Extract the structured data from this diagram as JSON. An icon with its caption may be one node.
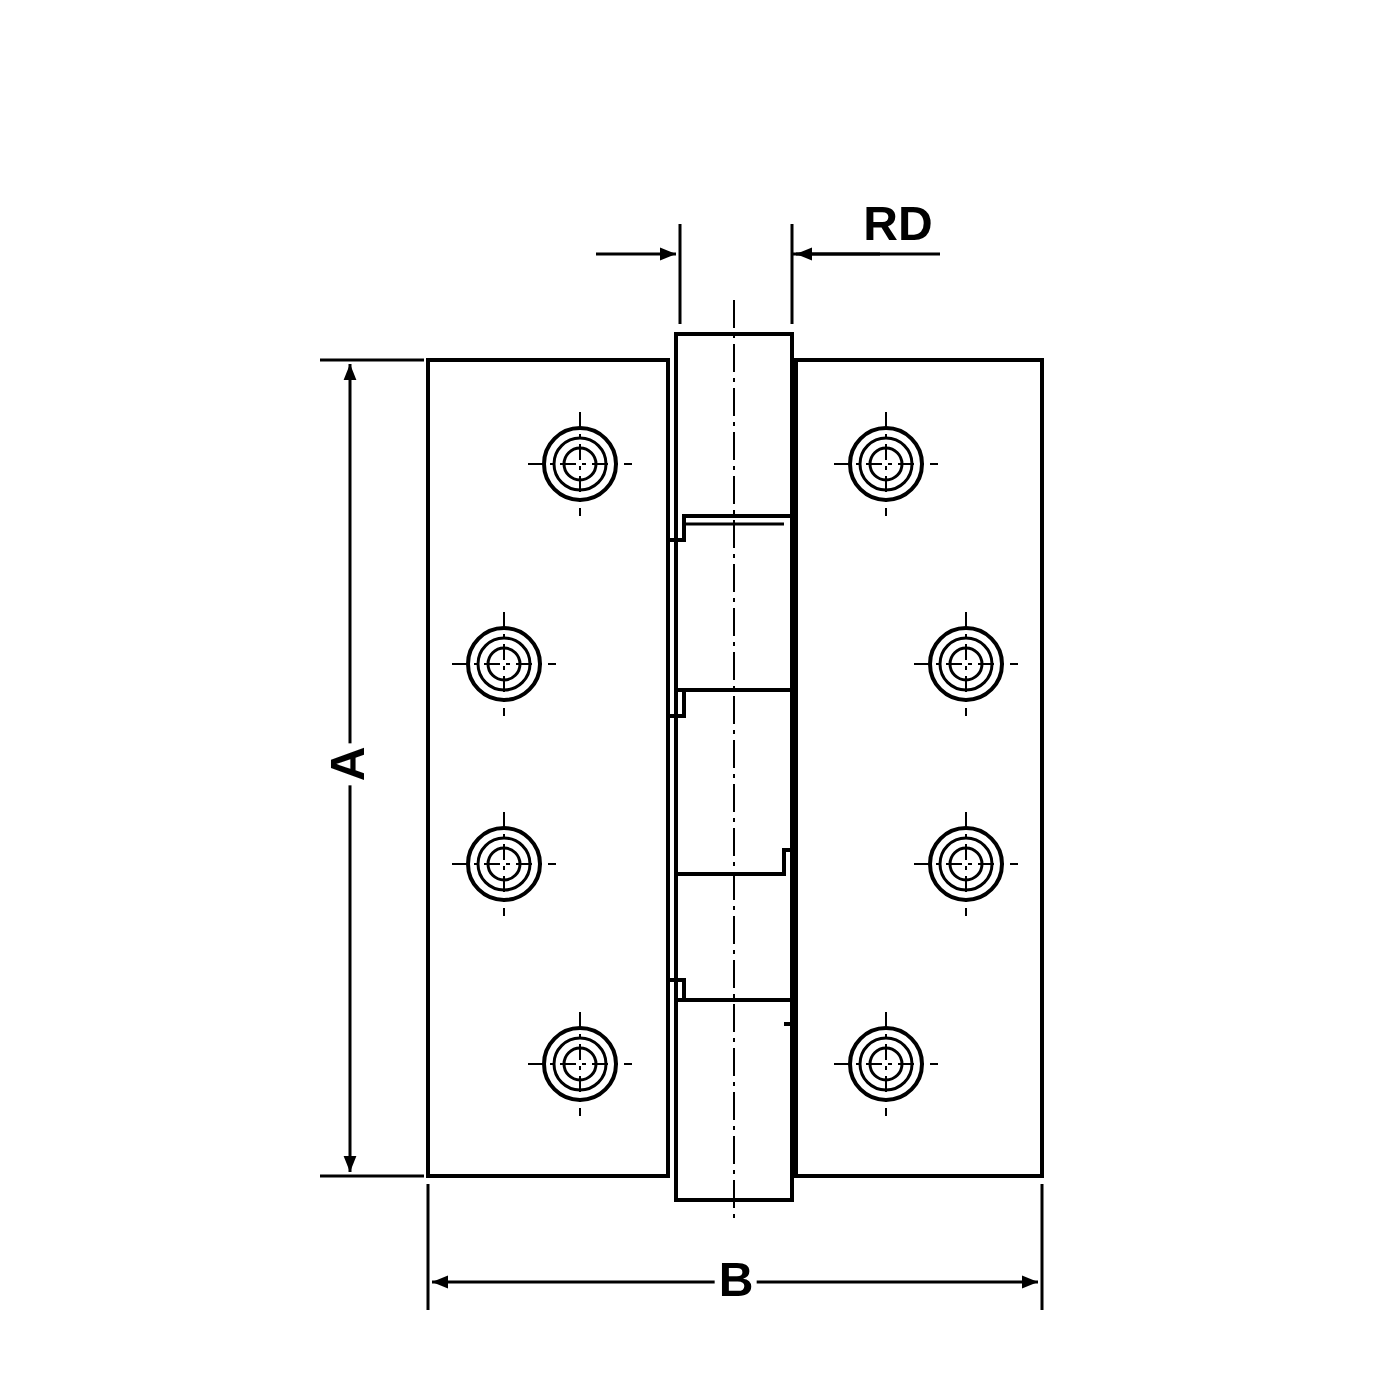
{
  "diagram": {
    "labels": [
      "RD",
      "A",
      "B"
    ]
  }
}
